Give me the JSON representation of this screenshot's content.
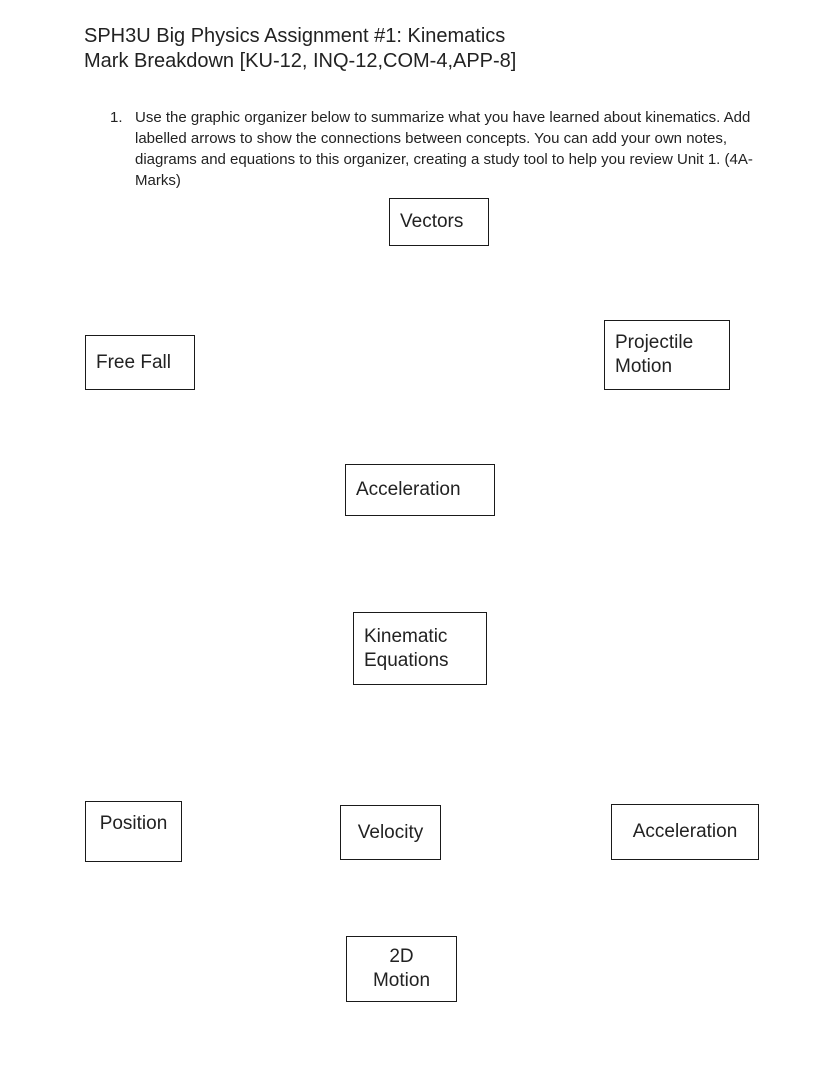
{
  "header": {
    "title_line1": "SPH3U Big Physics Assignment #1: Kinematics",
    "title_line2": "Mark Breakdown [KU-12, INQ-12,COM-4,APP-8]"
  },
  "question": {
    "number": "1.",
    "text": "Use the graphic organizer below to summarize what you have learned about kinematics. Add labelled arrows to show the connections between concepts. You can add your own notes, diagrams and equations to this organizer, creating a study tool to help you review Unit 1. (4A-Marks)"
  },
  "organizer": {
    "vectors": "Vectors",
    "free_fall": "Free Fall",
    "projectile_motion": "Projectile\nMotion",
    "acceleration_center": "Acceleration",
    "kinematic_equations": "Kinematic\nEquations",
    "position": "Position",
    "velocity": "Velocity",
    "acceleration_right": "Acceleration",
    "motion_2d": "2D\nMotion"
  }
}
